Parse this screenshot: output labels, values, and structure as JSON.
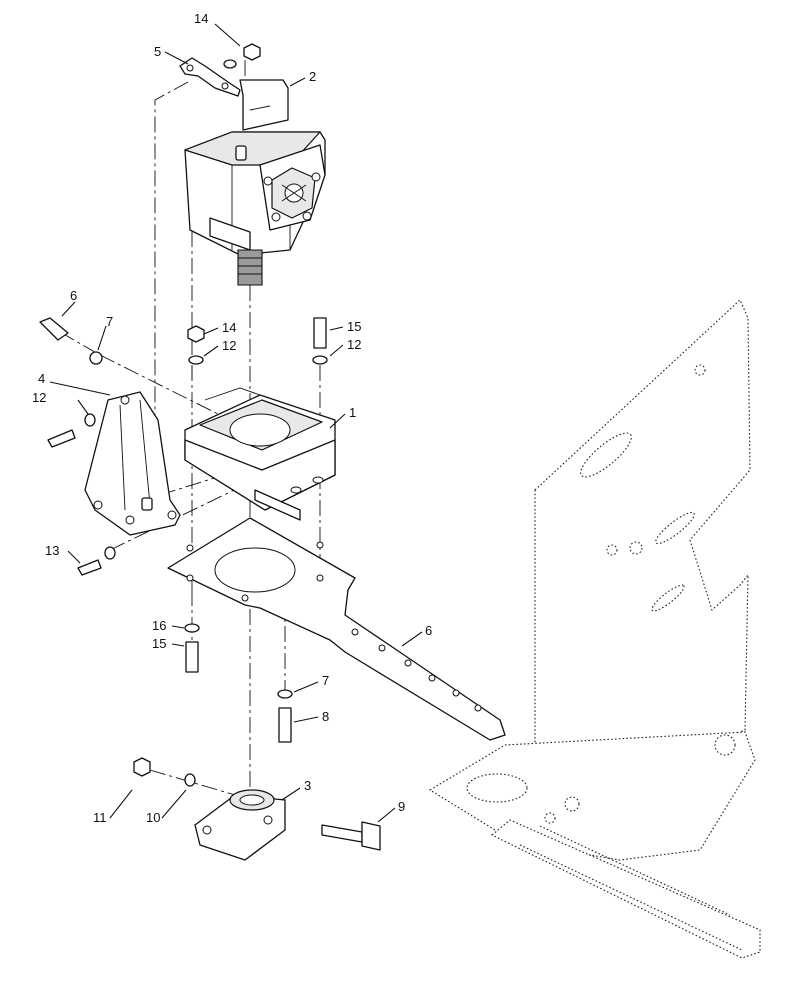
{
  "diagram": {
    "callouts": [
      {
        "id": "c14a",
        "label": "14"
      },
      {
        "id": "c5",
        "label": "5"
      },
      {
        "id": "c2",
        "label": "2"
      },
      {
        "id": "c6a",
        "label": "6"
      },
      {
        "id": "c7a",
        "label": "7"
      },
      {
        "id": "c14b",
        "label": "14"
      },
      {
        "id": "c12a",
        "label": "12"
      },
      {
        "id": "c15a",
        "label": "15"
      },
      {
        "id": "c12b",
        "label": "12"
      },
      {
        "id": "c4",
        "label": "4"
      },
      {
        "id": "c12c",
        "label": "12"
      },
      {
        "id": "c1",
        "label": "1"
      },
      {
        "id": "c13",
        "label": "13"
      },
      {
        "id": "c16",
        "label": "16"
      },
      {
        "id": "c15b",
        "label": "15"
      },
      {
        "id": "c6b",
        "label": "6"
      },
      {
        "id": "c7b",
        "label": "7"
      },
      {
        "id": "c8",
        "label": "8"
      },
      {
        "id": "c3",
        "label": "3"
      },
      {
        "id": "c9",
        "label": "9"
      },
      {
        "id": "c11",
        "label": "11"
      },
      {
        "id": "c10",
        "label": "10"
      }
    ],
    "parts": [
      {
        "id": "valve",
        "icon": "hydraulic-valve-icon"
      },
      {
        "id": "mount-base",
        "icon": "mounting-base-icon"
      },
      {
        "id": "side-bracket",
        "icon": "side-bracket-icon"
      },
      {
        "id": "plate",
        "icon": "mounting-plate-icon"
      },
      {
        "id": "pivot",
        "icon": "pivot-block-icon"
      },
      {
        "id": "frame",
        "icon": "frame-outline-icon"
      }
    ]
  }
}
